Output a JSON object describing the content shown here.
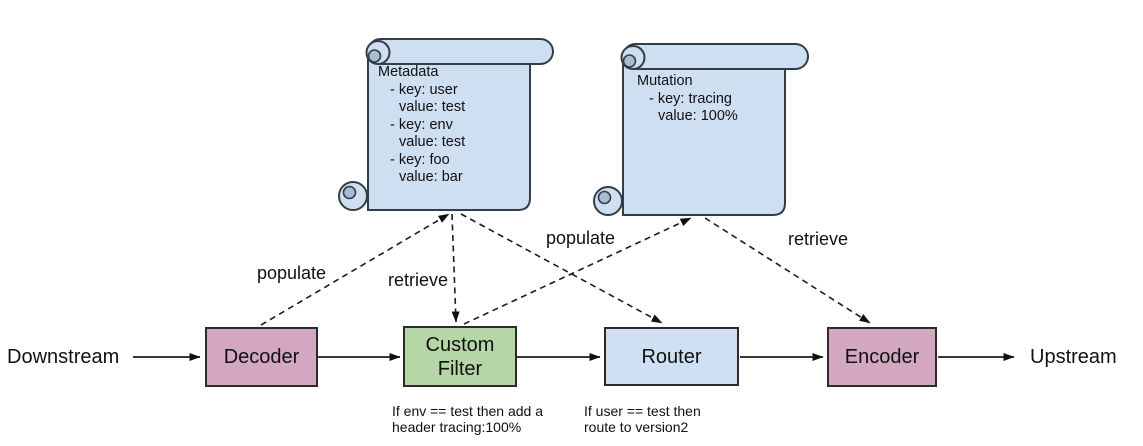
{
  "flow": {
    "downstream_label": "Downstream",
    "upstream_label": "Upstream",
    "nodes": [
      {
        "id": "decoder",
        "label": "Decoder",
        "fill": "#d3a7c1"
      },
      {
        "id": "custom-filter",
        "label": "Custom\nFilter",
        "fill": "#b5d6a6",
        "caption": "If env == test then add a\nheader tracing:100%"
      },
      {
        "id": "router",
        "label": "Router",
        "fill": "#cfe0f2",
        "caption": "If user == test then\nroute to version2"
      },
      {
        "id": "encoder",
        "label": "Encoder",
        "fill": "#d3a7c1"
      }
    ]
  },
  "scrolls": [
    {
      "id": "metadata",
      "title": "Metadata",
      "lines": [
        "- key: user",
        "value: test",
        "- key: env",
        "value: test",
        "- key: foo",
        "value: bar"
      ]
    },
    {
      "id": "mutation",
      "title": "Mutation",
      "lines": [
        "- key: tracing",
        "value: 100%"
      ]
    }
  ],
  "edge_labels": [
    {
      "from": "decoder",
      "to": "metadata",
      "text": "populate"
    },
    {
      "from": "metadata",
      "to": "custom-filter",
      "text": "retrieve"
    },
    {
      "from": "custom-filter",
      "to": "mutation",
      "text": "populate"
    },
    {
      "from": "mutation",
      "to": "encoder",
      "text": "retrieve"
    }
  ],
  "colors": {
    "background": "#ffffff",
    "node_pink": "#d3a7c1",
    "node_green": "#b5d6a6",
    "node_blue": "#cfe0f2",
    "scroll_fill": "#cfdff2",
    "scroll_shade": "#a8bcd4",
    "line": "#1c1c1c"
  }
}
